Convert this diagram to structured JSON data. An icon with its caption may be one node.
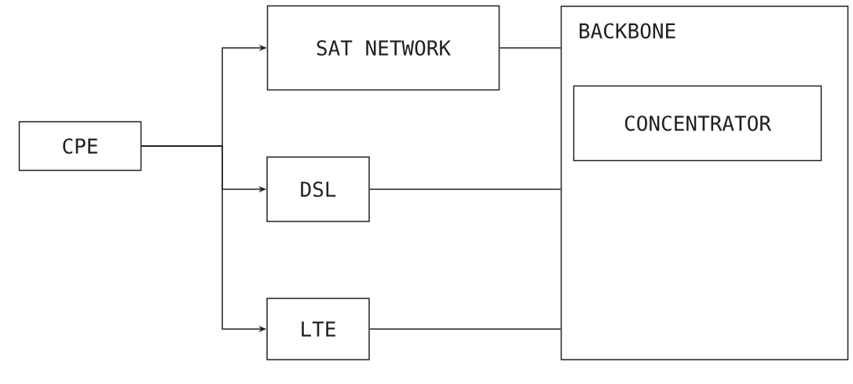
{
  "diagram": {
    "nodes": [
      {
        "text": [
          "CPE"
        ]
      },
      {
        "text": [
          "SAT NETWORK"
        ]
      },
      {
        "text": [
          "DSL"
        ]
      },
      {
        "text": [
          "LTE"
        ]
      },
      {
        "text": [
          "BACKBONE"
        ]
      },
      {
        "text": [
          "CONCENTRATOR"
        ],
        "in": 4
      }
    ],
    "edges": [
      {
        "from": 0,
        "to": 1,
        "arrow": "to"
      },
      {
        "from": 0,
        "to": 2,
        "arrow": "to"
      },
      {
        "from": 0,
        "to": 3,
        "arrow": "to"
      },
      {
        "from": 1,
        "to": 4,
        "arrow": "none"
      },
      {
        "from": 2,
        "to": 4,
        "arrow": "none"
      },
      {
        "from": 3,
        "to": 4,
        "arrow": "none"
      }
    ]
  }
}
